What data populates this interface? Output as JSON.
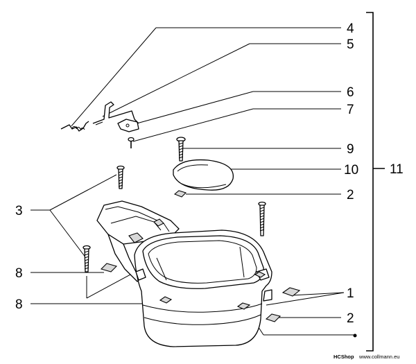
{
  "callouts": {
    "c1": "1",
    "c2a": "2",
    "c2b": "2",
    "c3": "3",
    "c4": "4",
    "c5": "5",
    "c6": "6",
    "c7": "7",
    "c8a": "8",
    "c8b": "8",
    "c9": "9",
    "c10": "10",
    "c11": "11"
  },
  "watermark": {
    "shop": "HCShop",
    "site": "www.collmann.eu"
  }
}
